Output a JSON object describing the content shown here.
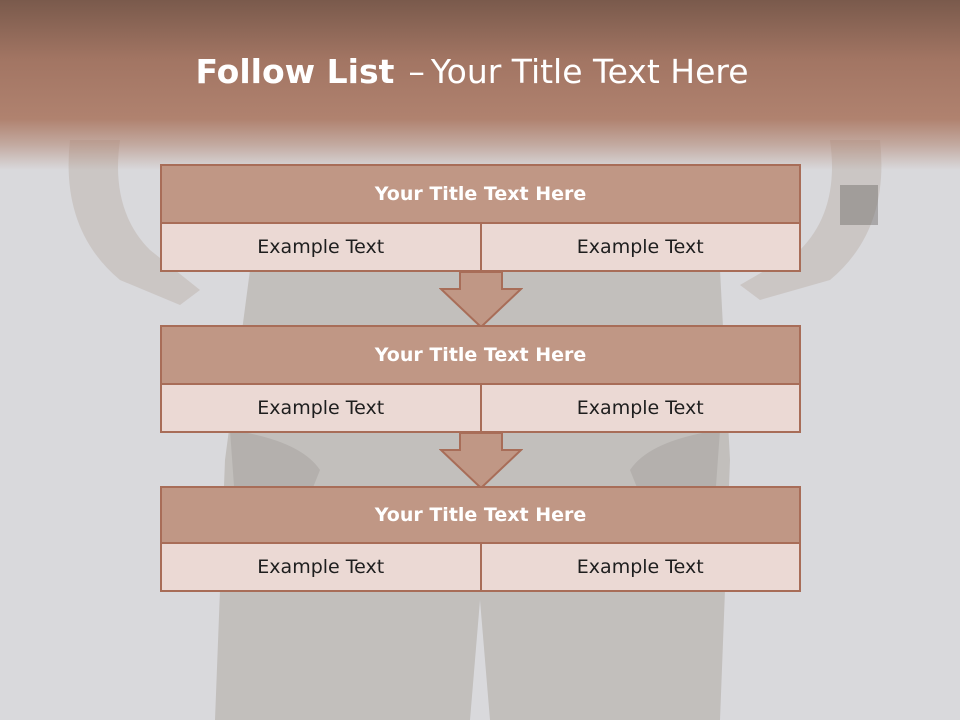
{
  "slide": {
    "title_bold": "Follow List",
    "title_dash": "–",
    "title_rest": "Your Title Text Here"
  },
  "colors": {
    "header": "#a27563",
    "block_title_fill": "#c09785",
    "block_border": "#a86d58",
    "cell_fill": "#ead9d4"
  },
  "blocks": [
    {
      "title": "Your Title Text Here",
      "left": "Example Text",
      "right": "Example Text"
    },
    {
      "title": "Your Title Text Here",
      "left": "Example Text",
      "right": "Example Text"
    },
    {
      "title": "Your Title Text Here",
      "left": "Example Text",
      "right": "Example Text"
    }
  ],
  "arrows": [
    "down-arrow-icon",
    "down-arrow-icon"
  ]
}
